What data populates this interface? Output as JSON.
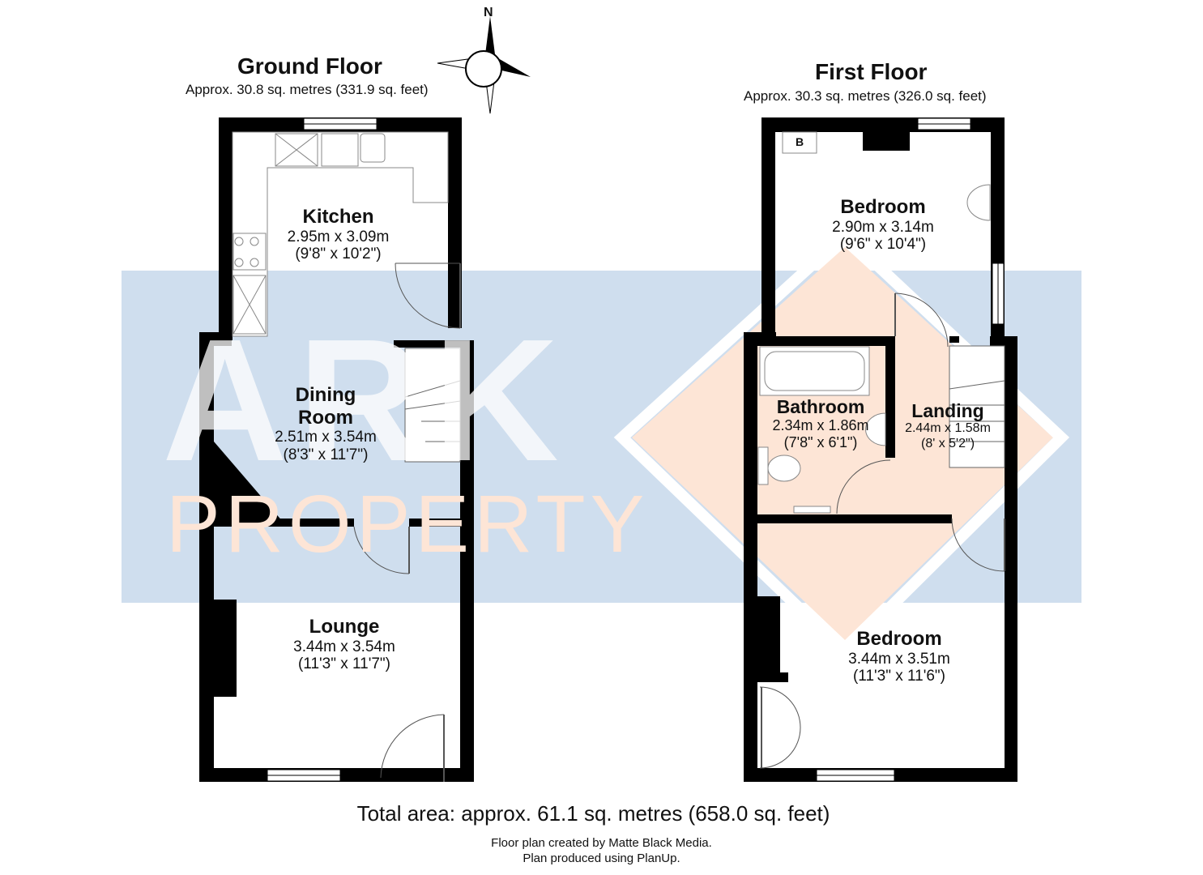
{
  "watermark": {
    "line1": "ARK",
    "line2": "PROPERTY",
    "band_color": "#cfdeee",
    "diamond_color": "#fde5d6"
  },
  "compass": {
    "north_label": "N"
  },
  "ground_floor": {
    "title": "Ground Floor",
    "area": "Approx. 30.8 sq. metres (331.9 sq. feet)",
    "rooms": [
      {
        "name": "Kitchen",
        "dim_m": "2.95m x 3.09m",
        "dim_ft": "(9'8\" x 10'2\")"
      },
      {
        "name_line1": "Dining",
        "name_line2": "Room",
        "dim_m": "2.51m x 3.54m",
        "dim_ft": "(8'3\" x 11'7\")"
      },
      {
        "name": "Lounge",
        "dim_m": "3.44m x 3.54m",
        "dim_ft": "(11'3\" x 11'7\")"
      }
    ]
  },
  "first_floor": {
    "title": "First Floor",
    "area": "Approx. 30.3 sq. metres (326.0 sq. feet)",
    "boiler_label": "B",
    "rooms": [
      {
        "name": "Bedroom",
        "dim_m": "2.90m x 3.14m",
        "dim_ft": "(9'6\" x 10'4\")"
      },
      {
        "name": "Bathroom",
        "dim_m": "2.34m x 1.86m",
        "dim_ft": "(7'8\" x 6'1\")"
      },
      {
        "name": "Landing",
        "dim_m": "2.44m x 1.58m",
        "dim_ft": "(8' x 5'2\")"
      },
      {
        "name": "Bedroom",
        "dim_m": "3.44m x 3.51m",
        "dim_ft": "(11'3\" x 11'6\")"
      }
    ]
  },
  "footer": {
    "total": "Total area: approx. 61.1 sq. metres (658.0 sq. feet)",
    "credit1": "Floor plan created by Matte Black Media.",
    "credit2": "Plan produced using PlanUp."
  }
}
